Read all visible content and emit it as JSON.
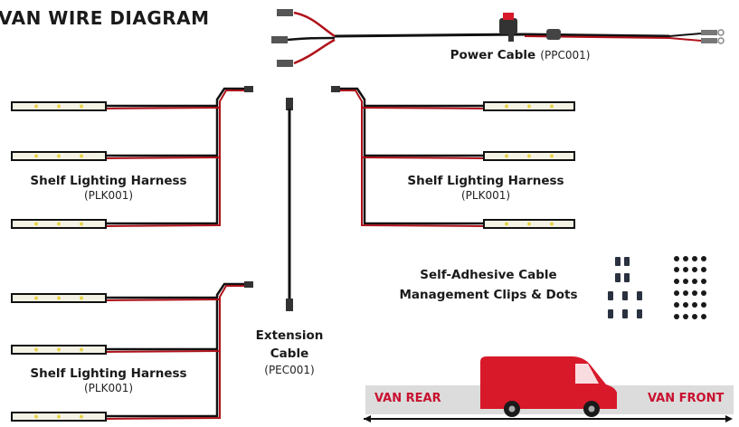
{
  "title": "VAN WIRE DIAGRAM",
  "power_cable": {
    "name": "Power Cable",
    "code": "(PPC001)"
  },
  "shelf_harness_left_top": {
    "name": "Shelf Lighting Harness",
    "code": "(PLK001)"
  },
  "shelf_harness_right": {
    "name": "Shelf Lighting Harness",
    "code": "(PLK001)"
  },
  "shelf_harness_left_bottom": {
    "name": "Shelf Lighting Harness",
    "code": "(PLK001)"
  },
  "extension_cable": {
    "name_line1": "Extension",
    "name_line2": "Cable",
    "code": "(PEC001)"
  },
  "clips": {
    "line1": "Self-Adhesive Cable",
    "line2": "Management Clips & Dots"
  },
  "van": {
    "rear_label": "VAN REAR",
    "front_label": "VAN FRONT"
  },
  "colors": {
    "wire_red": "#b0121b",
    "wire_black": "#111111",
    "strip_body": "#f4f2e4",
    "strip_led": "#e7d24a",
    "van_red": "#d7192a",
    "floor": "#dcdcdc",
    "van_label_red": "#c8102e"
  }
}
